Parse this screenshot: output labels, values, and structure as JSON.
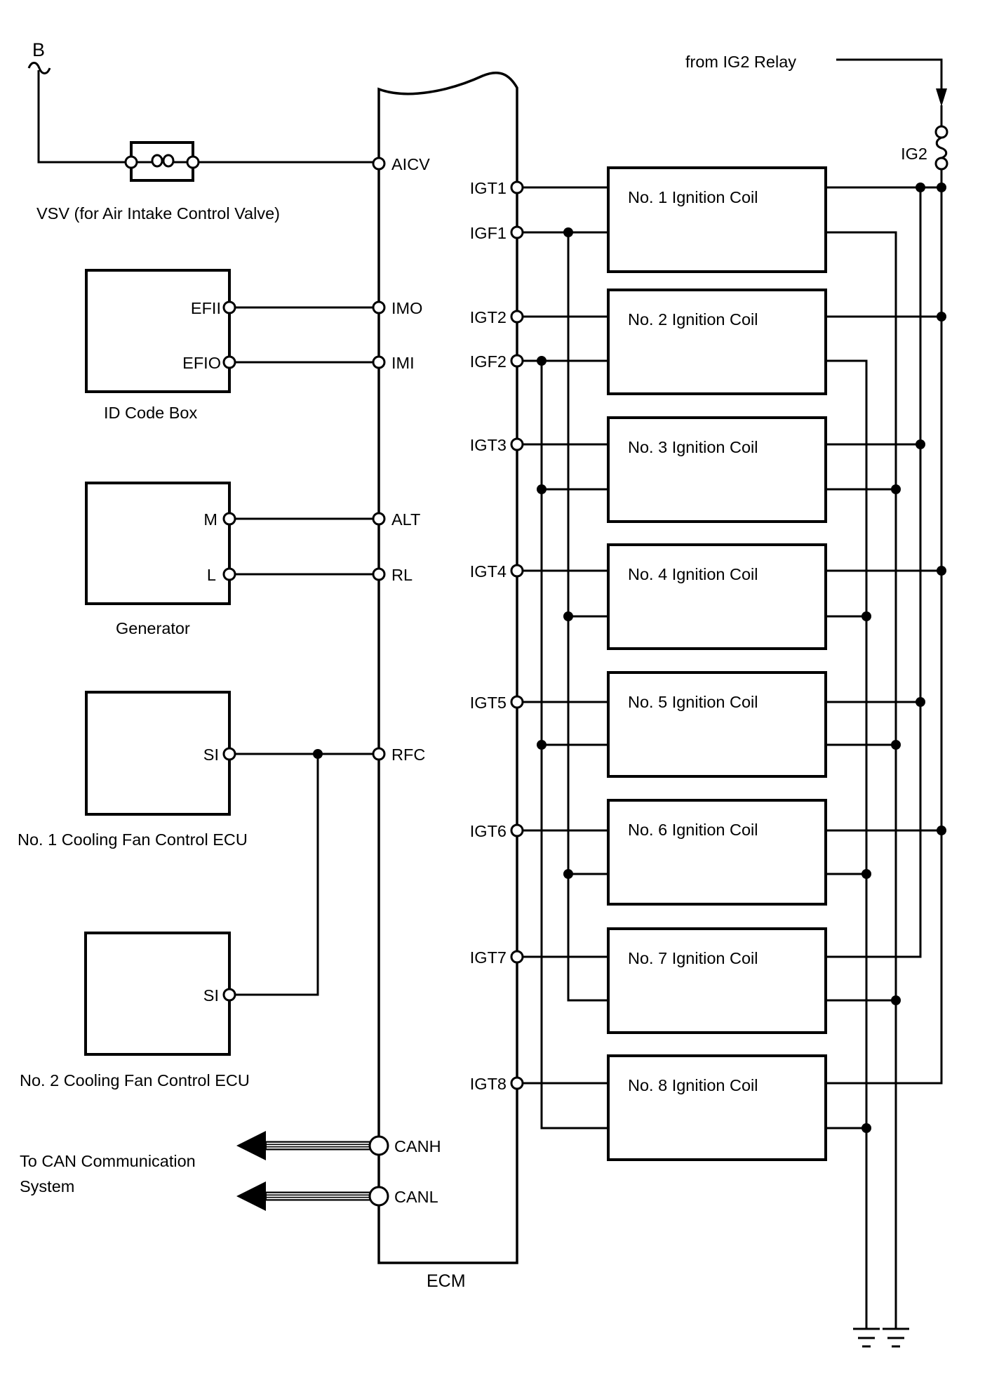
{
  "source_b": "B",
  "vsv_label": "VSV (for Air Intake Control Valve)",
  "boxes": {
    "id_code": {
      "name": "ID Code Box",
      "terminals": [
        "EFII",
        "EFIO"
      ]
    },
    "generator": {
      "name": "Generator",
      "terminals": [
        "M",
        "L"
      ]
    },
    "fan1": {
      "name": "No. 1 Cooling Fan Control ECU",
      "terminals": [
        "SI"
      ]
    },
    "fan2": {
      "name": "No. 2 Cooling Fan Control ECU",
      "terminals": [
        "SI"
      ]
    }
  },
  "ecm": {
    "label": "ECM",
    "left_terminals": [
      "AICV",
      "IMO",
      "IMI",
      "ALT",
      "RL",
      "RFC",
      "CANH",
      "CANL"
    ],
    "right_terminals": [
      "IGT1",
      "IGF1",
      "IGT2",
      "IGF2",
      "IGT3",
      "IGT4",
      "IGT5",
      "IGT6",
      "IGT7",
      "IGT8"
    ]
  },
  "ig2": {
    "from_label": "from IG2 Relay",
    "fuse_label": "IG2"
  },
  "can": {
    "line1": "To CAN Communication",
    "line2": "System"
  },
  "coils": [
    "No. 1 Ignition Coil",
    "No. 2 Ignition Coil",
    "No. 3 Ignition Coil",
    "No. 4 Ignition Coil",
    "No. 5 Ignition Coil",
    "No. 6 Ignition Coil",
    "No. 7 Ignition Coil",
    "No. 8 Ignition Coil"
  ],
  "colors": {
    "line": "#000000",
    "background": "#ffffff"
  }
}
